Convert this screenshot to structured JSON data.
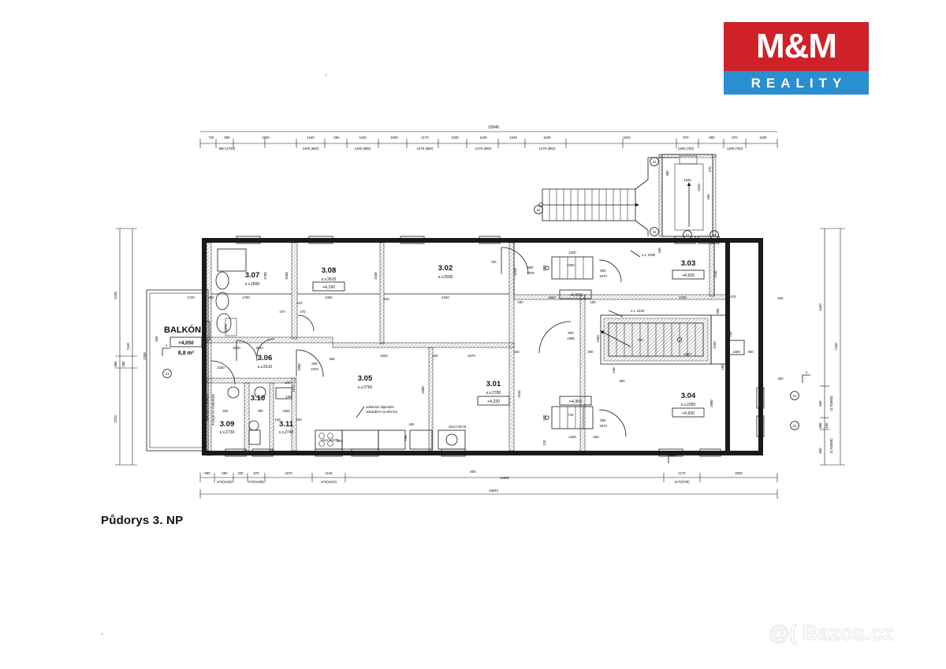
{
  "logo": {
    "brand": "M&M",
    "subtitle": "REALITY",
    "brand_color": "#cf2128",
    "sub_color": "#2a8fd0"
  },
  "watermark": {
    "text": "@( Bazos.cz"
  },
  "plan": {
    "title": "Půdorys 3. NP",
    "overall_width_mm": "19540",
    "overall_height_left_mm": "7440",
    "overall_height_right_mm": "7440",
    "rooms": [
      {
        "id": "3.01",
        "height": "s.v.2780",
        "level": "+4,220"
      },
      {
        "id": "3.02",
        "height": "s.v.2605",
        "level": ""
      },
      {
        "id": "3.03",
        "height": "",
        "level": "+4,920"
      },
      {
        "id": "3.04",
        "height": "s.v.2350",
        "level": "+4,920"
      },
      {
        "id": "3.05",
        "height": "s.v.2760",
        "level": ""
      },
      {
        "id": "3.06",
        "height": "s.v.2610",
        "level": ""
      },
      {
        "id": "3.07",
        "height": "s.v.2890",
        "level": ""
      },
      {
        "id": "3.08",
        "height": "s.v.2610",
        "level": "+4,190"
      },
      {
        "id": "3.09",
        "height": "s.v.2730",
        "level": ""
      },
      {
        "id": "3.10",
        "height": "",
        "level": ""
      },
      {
        "id": "3.11",
        "height": "s.v.2740",
        "level": ""
      }
    ],
    "balcony": {
      "label": "BALKÓN",
      "level": "+4,050",
      "area": "8,8 m²"
    },
    "levels_loose": [
      "+4,950",
      "+4,950",
      "+4,950"
    ],
    "clear_heights_loose": [
      "s.v. 2095",
      "s.v. 2230"
    ],
    "notes": [
      "odsávací digestoře",
      "odváděné na střechu",
      "chlazení místnosti,",
      "odvedeno na střechu"
    ],
    "top_dims": [
      {
        "v": "720"
      },
      {
        "v": "580"
      },
      {
        "v": "1590"
      },
      {
        "v": "1160"
      },
      {
        "v": "650"
      },
      {
        "v": "1160"
      },
      {
        "v": "1000"
      },
      {
        "v": "1170"
      },
      {
        "v": "1030"
      },
      {
        "v": "1150"
      },
      {
        "v": "1040"
      },
      {
        "v": "1160"
      },
      {
        "v": "3310"
      },
      {
        "v": "870"
      },
      {
        "v": "800"
      },
      {
        "v": "870"
      },
      {
        "v": "1180"
      }
    ],
    "top_dims_sub": [
      {
        "v": "580 (1750)"
      },
      {
        "v": "1460 (880)"
      },
      {
        "v": "1460 (880)"
      },
      {
        "v": "1470 (880)"
      },
      {
        "v": "1470 (880)"
      },
      {
        "v": "1470 (880)"
      },
      {
        "v": "1180 (750)"
      },
      {
        "v": "1180 (750)"
      }
    ],
    "bottom_dims": [
      {
        "v": "680"
      },
      {
        "v": "580"
      },
      {
        "v": "330"
      },
      {
        "v": "570"
      },
      {
        "v": "1570"
      },
      {
        "v": "1160"
      },
      {
        "v": "10650"
      },
      {
        "v": "1170"
      },
      {
        "v": "2830"
      }
    ],
    "bottom_dims_sub": [
      {
        "v": "570(1630)"
      },
      {
        "v": "570(1630)"
      },
      {
        "v": "570(1810)"
      },
      {
        "v": "1170(700)"
      }
    ],
    "left_dims": [
      "4100",
      "850",
      "280",
      "2310",
      "7440",
      "2200"
    ],
    "right_dims": [
      "4420",
      "690",
      "880",
      "165",
      "690",
      "7440",
      "600",
      "450"
    ],
    "right_dims_sub": [
      "1170(600)",
      "1170(600)"
    ],
    "inner_dims": [
      "1720",
      "450",
      "1750",
      "3100",
      "3100",
      "3450",
      "4220",
      "4030",
      "2570",
      "2660",
      "5780",
      "4420",
      "1540",
      "2310",
      "1200",
      "1200",
      "1390",
      "2830",
      "2880",
      "2700",
      "3010",
      "3000",
      "2180",
      "2080",
      "920",
      "780",
      "1000",
      "140",
      "100",
      "450",
      "160",
      "150",
      "130",
      "190",
      "210",
      "470",
      "470",
      "600",
      "800",
      "1970",
      "800",
      "1970",
      "800",
      "1970",
      "800",
      "1970",
      "900",
      "1985",
      "1140",
      "1160",
      "3310",
      "3250",
      "2500",
      "2000",
      "1570",
      "1370",
      "550",
      "500",
      "750",
      "650",
      "300",
      "300",
      "400",
      "100",
      "120",
      "160",
      "125",
      "200",
      "530",
      "160",
      "600",
      "700",
      "1060",
      "740",
      "760",
      "260",
      "10x174/276",
      "5x 46/235",
      "5x 46/235",
      "(1400)",
      "(1600)"
    ],
    "markers": [
      "21",
      "21",
      "21",
      "21",
      "22",
      "22",
      "22",
      "A",
      "A"
    ]
  }
}
